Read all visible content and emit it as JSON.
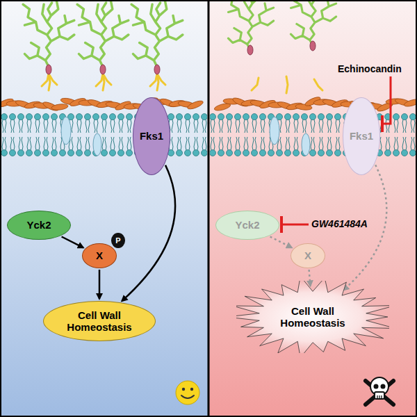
{
  "diagram": {
    "nodes": [
      {
        "text": [
          "Fks1"
        ]
      },
      {
        "text": [
          "Yck2"
        ]
      },
      {
        "text": [
          "X"
        ]
      },
      {
        "text": [
          "P"
        ]
      },
      {
        "text": [
          "Cell Wall Homeostasis"
        ]
      },
      {
        "text": [
          "Fks1"
        ]
      },
      {
        "text": [
          "Yck2"
        ]
      },
      {
        "text": [
          "X"
        ]
      },
      {
        "text": [
          "Cell Wall Homeostasis"
        ]
      }
    ],
    "edges": [
      {
        "from": 0,
        "to": 4,
        "arrow": "to"
      },
      {
        "from": 1,
        "to": 2,
        "arrow": "to"
      },
      {
        "from": 2,
        "to": 4,
        "arrow": "to"
      },
      {
        "from": 5,
        "to": 8,
        "arrow": "to"
      },
      {
        "from": 6,
        "to": 7,
        "arrow": "to"
      },
      {
        "from": 7,
        "to": 8,
        "arrow": "to"
      }
    ],
    "labels": [
      "Echinocandin",
      "GW461484A"
    ]
  }
}
